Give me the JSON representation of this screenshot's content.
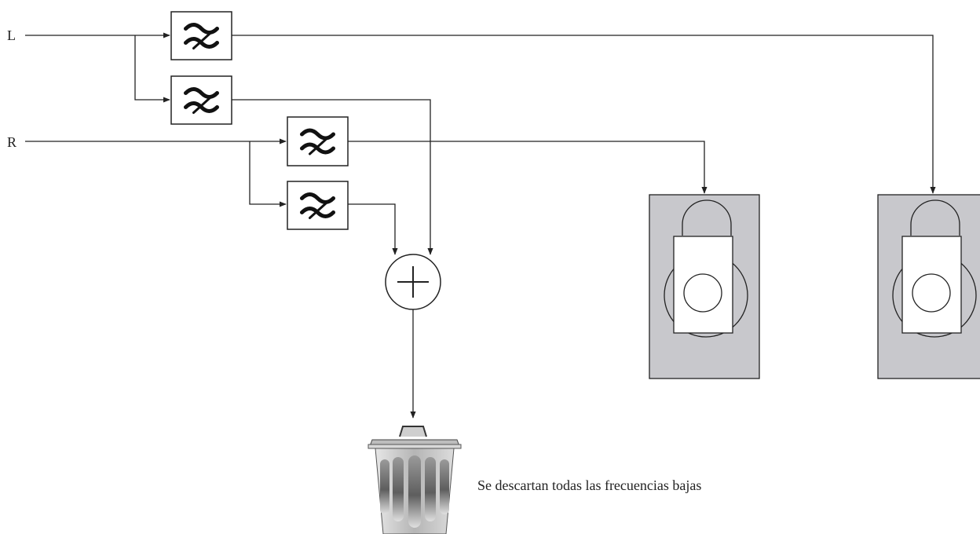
{
  "inputs": {
    "left": "L",
    "right": "R"
  },
  "caption": "Se descartan todas las frecuencias bajas",
  "icons": {
    "filter": "crossover-filter-icon",
    "summer": "summing-junction-icon",
    "speaker": "loudspeaker-cabinet-icon",
    "discard": "trash-can-icon"
  },
  "colors": {
    "line": "#222222",
    "cabinet": "#c8c8cc",
    "trash_body": "#c9c9c9"
  }
}
